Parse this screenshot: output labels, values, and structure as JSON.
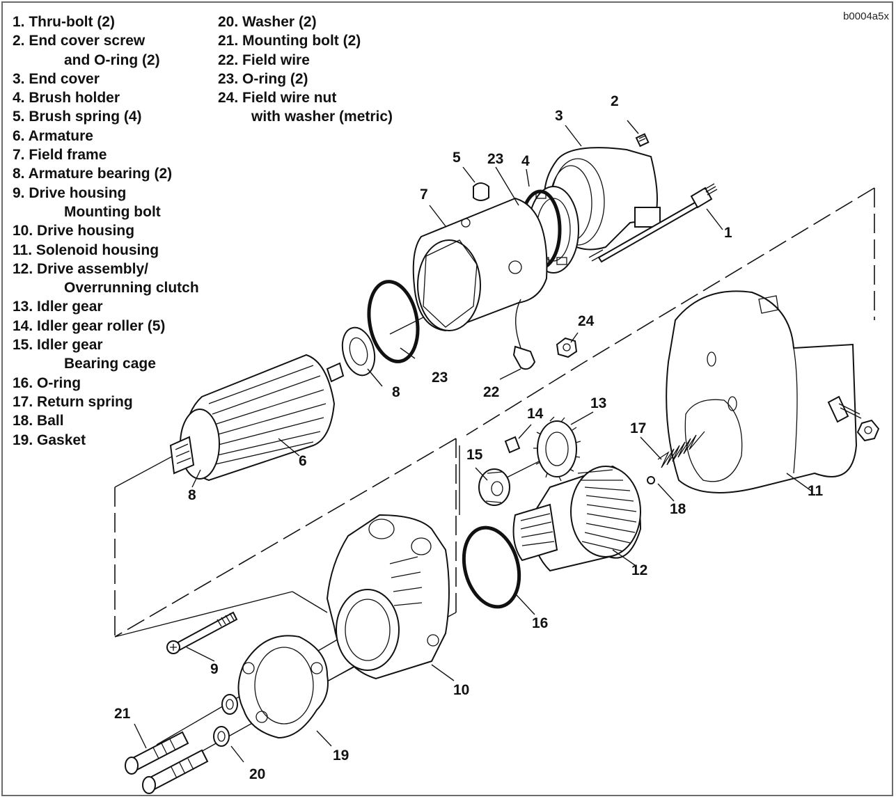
{
  "figure_code": "b0004a5x",
  "legend_left": [
    {
      "id": "1",
      "lines": [
        "1. Thru-bolt (2)"
      ]
    },
    {
      "id": "2",
      "lines": [
        "2. End cover screw",
        "and O-ring (2)"
      ]
    },
    {
      "id": "3",
      "lines": [
        "3. End cover"
      ]
    },
    {
      "id": "4",
      "lines": [
        "4. Brush holder"
      ]
    },
    {
      "id": "5",
      "lines": [
        "5. Brush spring (4)"
      ]
    },
    {
      "id": "6",
      "lines": [
        "6. Armature"
      ]
    },
    {
      "id": "7",
      "lines": [
        "7. Field frame"
      ]
    },
    {
      "id": "8",
      "lines": [
        "8. Armature bearing (2)"
      ]
    },
    {
      "id": "9",
      "lines": [
        "9. Drive housing",
        "Mounting bolt"
      ]
    },
    {
      "id": "10",
      "lines": [
        "10. Drive housing"
      ]
    },
    {
      "id": "11",
      "lines": [
        "11. Solenoid housing"
      ]
    },
    {
      "id": "12",
      "lines": [
        "12. Drive assembly/",
        "Overrunning clutch"
      ]
    },
    {
      "id": "13",
      "lines": [
        "13. Idler gear"
      ]
    },
    {
      "id": "14",
      "lines": [
        "14. Idler gear roller (5)"
      ]
    },
    {
      "id": "15",
      "lines": [
        "15. Idler gear",
        "Bearing cage"
      ]
    },
    {
      "id": "16",
      "lines": [
        "16. O-ring"
      ]
    },
    {
      "id": "17",
      "lines": [
        "17. Return spring"
      ]
    },
    {
      "id": "18",
      "lines": [
        "18. Ball"
      ]
    },
    {
      "id": "19",
      "lines": [
        "19. Gasket"
      ]
    }
  ],
  "legend_right": [
    {
      "id": "20",
      "lines": [
        "20. Washer (2)"
      ]
    },
    {
      "id": "21",
      "lines": [
        "21. Mounting bolt (2)"
      ]
    },
    {
      "id": "22",
      "lines": [
        "22. Field wire"
      ]
    },
    {
      "id": "23",
      "lines": [
        "23. O-ring (2)"
      ]
    },
    {
      "id": "24",
      "lines": [
        "24. Field wire nut",
        "with washer (metric)"
      ]
    }
  ],
  "callouts": {
    "c2": "2",
    "c3": "3",
    "c5": "5",
    "c23a": "23",
    "c4": "4",
    "c7": "7",
    "c1": "1",
    "c24": "24",
    "c23b": "23",
    "c8a": "8",
    "c22": "22",
    "c14": "14",
    "c13": "13",
    "c6": "6",
    "c8b": "8",
    "c15": "15",
    "c17": "17",
    "c11": "11",
    "c18": "18",
    "c12": "12",
    "c16": "16",
    "c9": "9",
    "c10": "10",
    "c21": "21",
    "c19": "19",
    "c20": "20"
  }
}
